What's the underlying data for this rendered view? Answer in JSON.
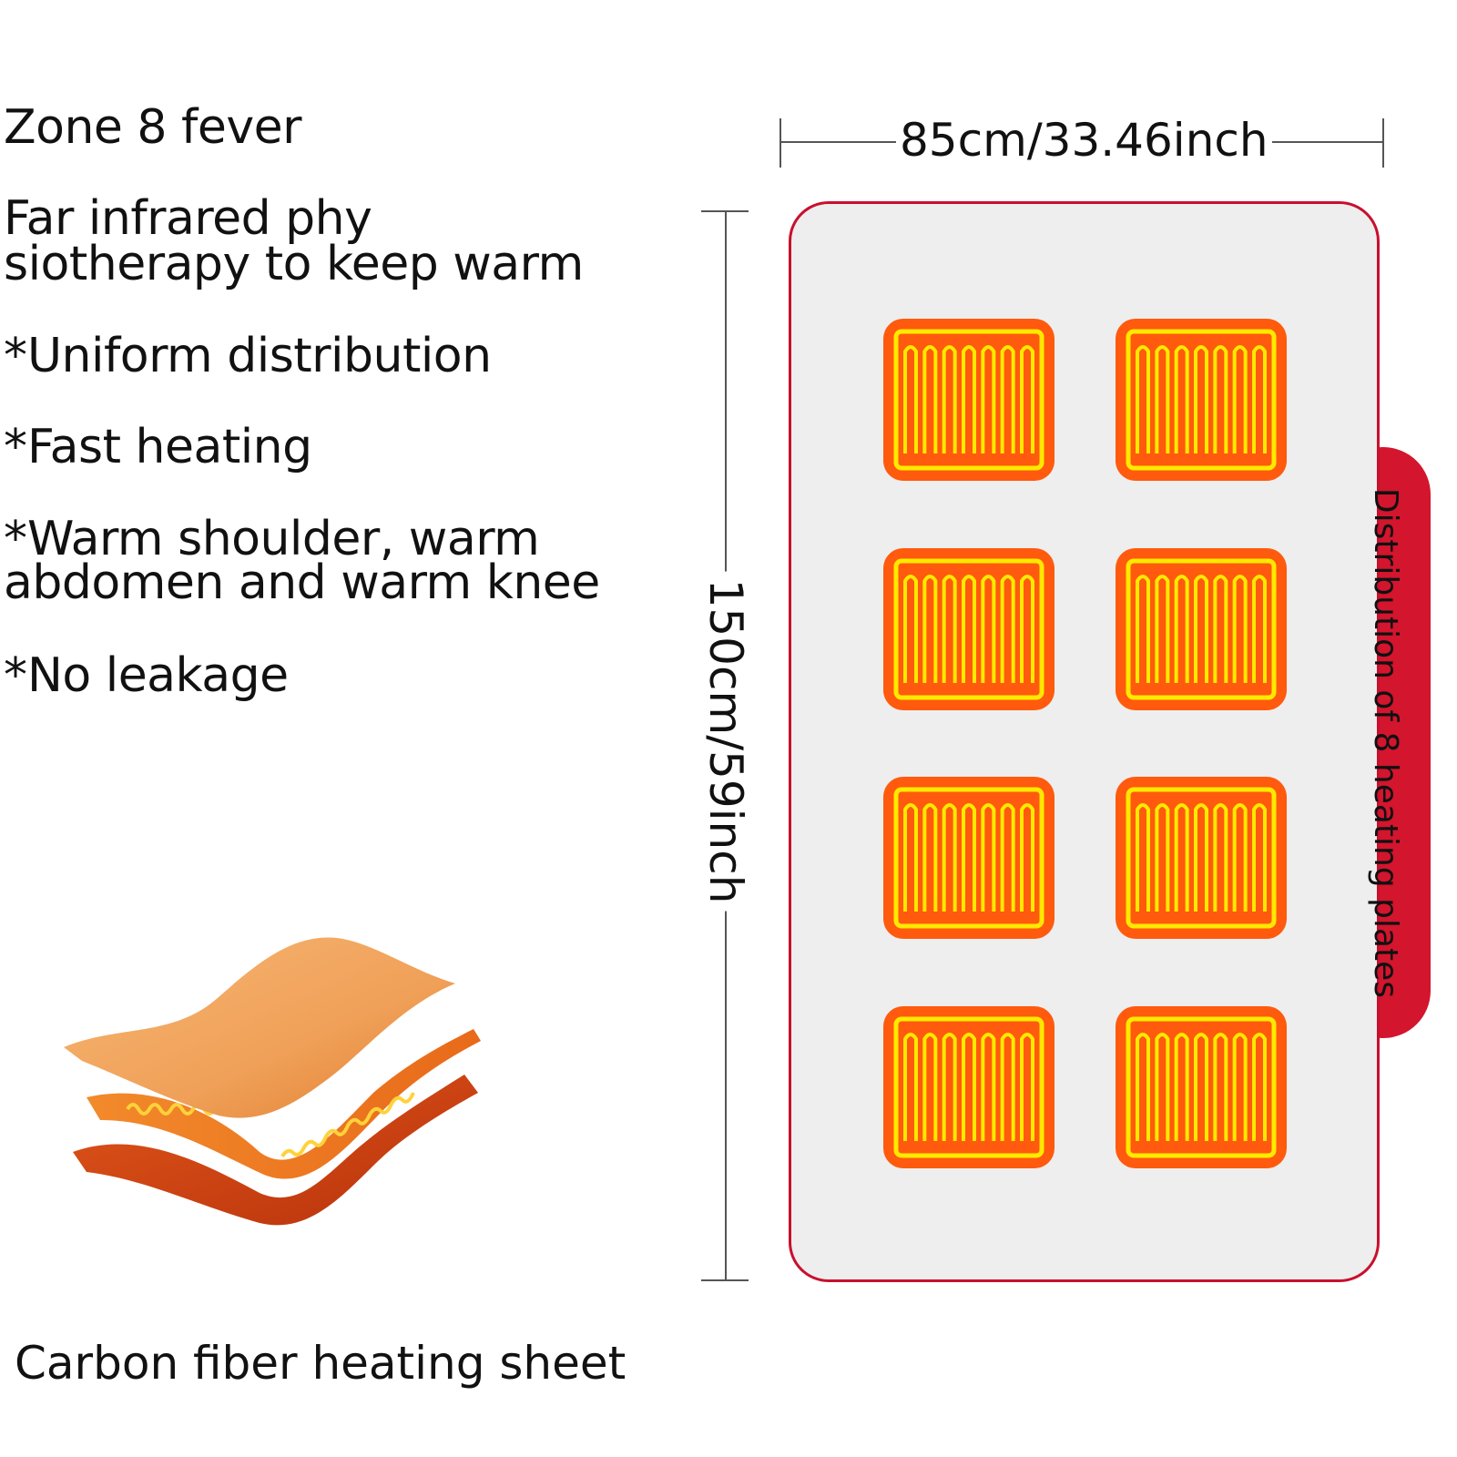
{
  "features": {
    "title": "Zone 8 fever",
    "far_infrared_line1": "Far infrared phy",
    "far_infrared_line2": "siotherapy to keep warm",
    "bullet_symbol": "*",
    "bullet_uniform": "Uniform distribution",
    "bullet_fast": "Fast heating",
    "bullet_warm_line1": "Warm shoulder, warm",
    "bullet_warm_line2": "abdomen and warm knee",
    "bullet_leakage": "No leakage"
  },
  "dimensions": {
    "width_label": "85cm/33.46inch",
    "height_label": "150cm/59inch"
  },
  "pad": {
    "side_label": "Distribution of 8 heating plates",
    "heating_plate_count": 8,
    "border_color": "#c8102e",
    "plate_color": "#ff5a0d",
    "coil_color": "#ffe900",
    "tab_color": "#d3152d"
  },
  "illustration": {
    "caption": "Carbon fiber heating sheet",
    "icon": "layered-heating-sheet-icon"
  }
}
